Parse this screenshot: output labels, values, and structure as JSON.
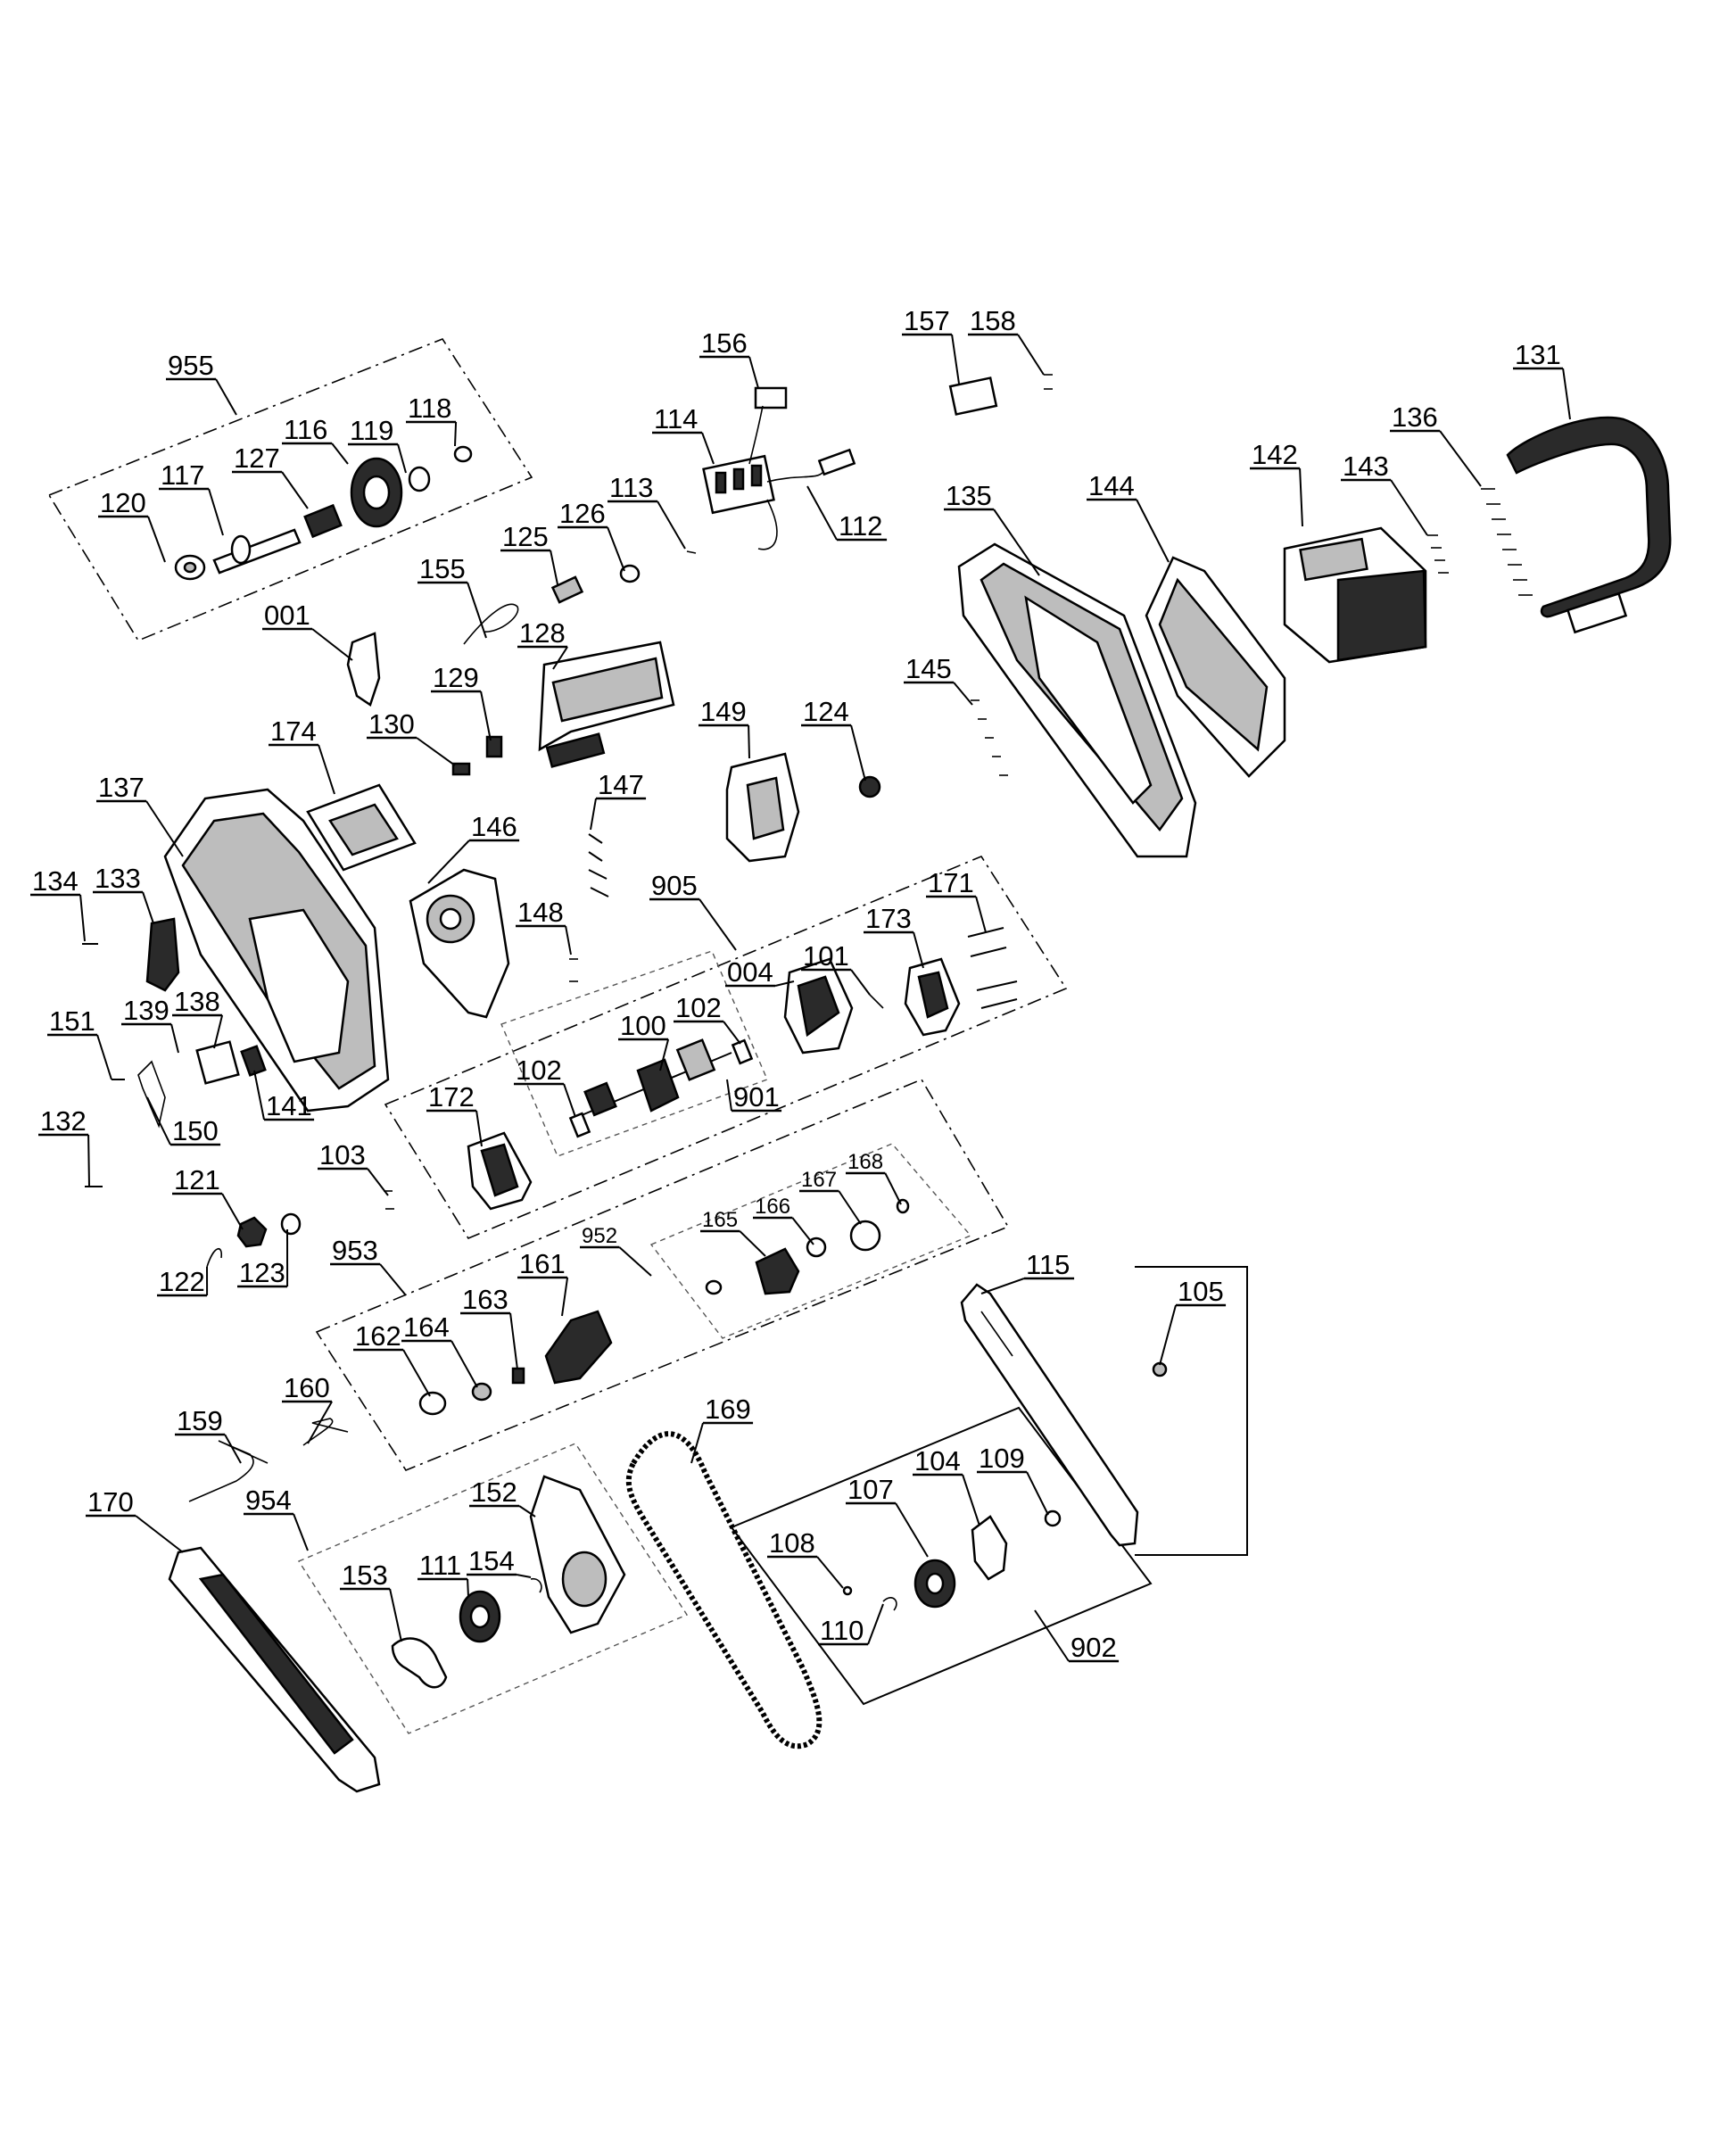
{
  "labels": {
    "p955": "955",
    "p120": "120",
    "p117": "117",
    "p127": "127",
    "p116": "116",
    "p119": "119",
    "p118": "118",
    "p156": "156",
    "p114": "114",
    "p112": "112",
    "p113": "113",
    "p126": "126",
    "p125": "125",
    "p155": "155",
    "p157": "157",
    "p158": "158",
    "p131": "131",
    "p136": "136",
    "p142": "142",
    "p143": "143",
    "p135": "135",
    "p144": "144",
    "p001": "001",
    "p128": "128",
    "p129": "129",
    "p130": "130",
    "p174": "174",
    "p149": "149",
    "p124": "124",
    "p145": "145",
    "p137": "137",
    "p147": "147",
    "p146": "146",
    "p134": "134",
    "p133": "133",
    "p148": "148",
    "p905": "905",
    "p171": "171",
    "p173": "173",
    "p004": "004",
    "p101": "101",
    "p100": "100",
    "p102a": "102",
    "p102b": "102",
    "p901": "901",
    "p151": "151",
    "p139": "139",
    "p138": "138",
    "p141": "141",
    "p150": "150",
    "p172": "172",
    "p132": "132",
    "p103": "103",
    "p121": "121",
    "p168": "168",
    "p167": "167",
    "p166": "166",
    "p165": "165",
    "p952": "952",
    "p123": "123",
    "p122": "122",
    "p953": "953",
    "p161": "161",
    "p115": "115",
    "p105": "105",
    "p163": "163",
    "p162": "162",
    "p164": "164",
    "p160": "160",
    "p159": "159",
    "p169": "169",
    "p170": "170",
    "p954": "954",
    "p152": "152",
    "p107": "107",
    "p104": "104",
    "p109": "109",
    "p153": "153",
    "p111": "111",
    "p154": "154",
    "p108": "108",
    "p110": "110",
    "p902": "902"
  }
}
